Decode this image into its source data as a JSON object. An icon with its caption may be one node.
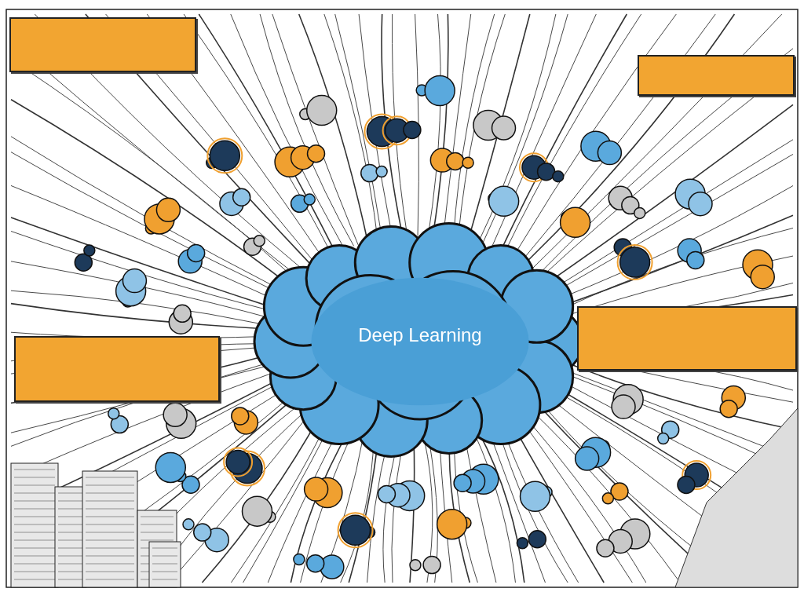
{
  "diagram": {
    "nodes": [
      {
        "text": [
          "Deep Learning"
        ]
      },
      {
        "text": [],
        "shape": "box"
      },
      {
        "text": [],
        "shape": "box"
      },
      {
        "text": [],
        "shape": "box"
      },
      {
        "text": [],
        "shape": "box"
      }
    ]
  }
}
